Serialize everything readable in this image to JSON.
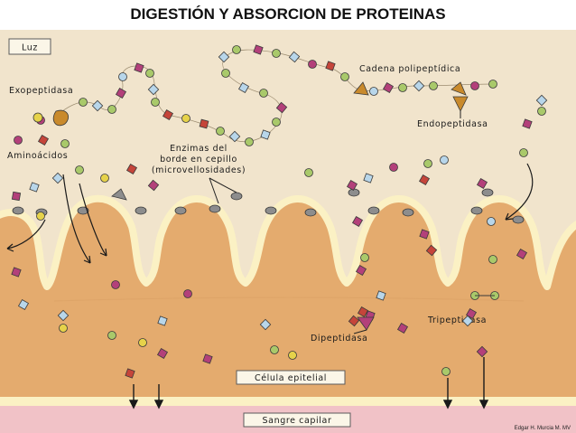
{
  "title": "DIGESTIÓN Y ABSORCION DE PROTEINAS",
  "labels": {
    "lumen": "Luz",
    "exopeptidase": "Exopeptidasa",
    "amino_acids": "Aminoácidos",
    "brush_border_1": "Enzimas del",
    "brush_border_2": "borde en cepillo",
    "brush_border_3": "(microvellosidades)",
    "polypeptide_chain": "Cadena polipeptídica",
    "endopeptidase": "Endopeptidasa",
    "dipeptidase": "Dipeptidasa",
    "tripeptidase": "Tripeptidasa",
    "epithelial_cell": "Célula epitelial",
    "capillary_blood": "Sangre capilar"
  },
  "credit": "Edgar H. Murcia M.  MV",
  "colors": {
    "lumen_bg": "#f1e4cc",
    "cell_fill": "#e4ab6e",
    "membrane": "#fbf1c4",
    "blood": "#f1c2c7",
    "molecule_magenta": "#b3407a",
    "molecule_green": "#a9c96a",
    "molecule_blue": "#b8d6ea",
    "molecule_red": "#c5453a",
    "molecule_yellow": "#e6d24a",
    "enzyme_gray": "#8d8d8d",
    "enzyme_orange": "#c98a2c"
  }
}
